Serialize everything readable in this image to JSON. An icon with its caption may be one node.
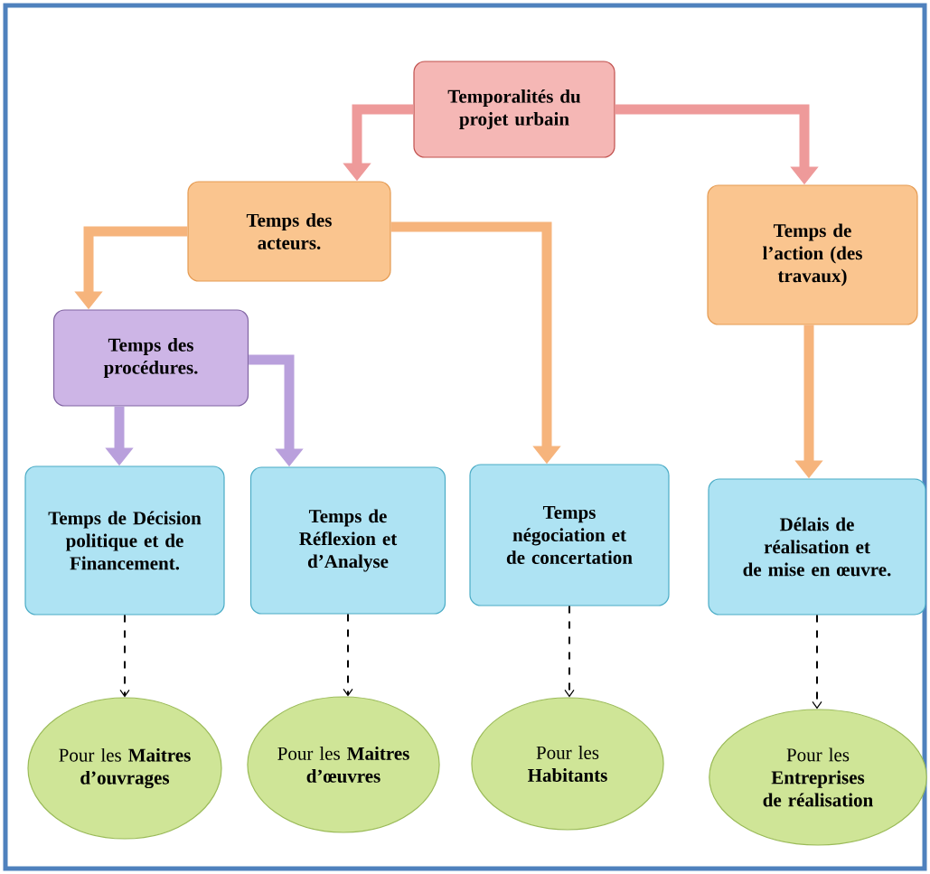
{
  "diagram": {
    "nodes": [
      {
        "text": [
          "Temporalités du projet urbain"
        ]
      },
      {
        "text": [
          "Temps des acteurs."
        ]
      },
      {
        "text": [
          "Temps de l’action (des travaux)"
        ]
      },
      {
        "text": [
          "Temps des procédures."
        ]
      },
      {
        "text": [
          "Temps de Décision politique et de Financement."
        ]
      },
      {
        "text": [
          "Temps de Réflexion et d’Analyse"
        ]
      },
      {
        "text": [
          "Temps négociation et de concertation"
        ]
      },
      {
        "text": [
          "Délais de réalisation et de mise en œuvre."
        ]
      },
      {
        "text": [
          "Pour les **Maitres d’ouvrages**"
        ]
      },
      {
        "text": [
          "Pour les **Maitres d’œuvres**"
        ]
      },
      {
        "text": [
          "Pour les **Habitants**"
        ]
      },
      {
        "text": [
          "Pour les **Entreprises de réalisation**"
        ]
      }
    ],
    "edges": [
      {
        "from": 0,
        "to": 1,
        "arrow": "to",
        "color": "#ee9a9a"
      },
      {
        "from": 0,
        "to": 2,
        "arrow": "to",
        "color": "#ee9a9a"
      },
      {
        "from": 1,
        "to": 3,
        "arrow": "to",
        "color": "#f6b47c"
      },
      {
        "from": 1,
        "to": 6,
        "arrow": "to",
        "color": "#f6b47c"
      },
      {
        "from": 3,
        "to": 4,
        "arrow": "to",
        "color": "#b9a0dc"
      },
      {
        "from": 3,
        "to": 5,
        "arrow": "to",
        "color": "#b9a0dc"
      },
      {
        "from": 2,
        "to": 7,
        "arrow": "to",
        "color": "#f6b47c"
      },
      {
        "from": 4,
        "to": 8,
        "arrow": "to",
        "style": "dashed"
      },
      {
        "from": 5,
        "to": 9,
        "arrow": "to",
        "style": "dashed"
      },
      {
        "from": 6,
        "to": 10,
        "arrow": "to",
        "style": "dashed"
      },
      {
        "from": 7,
        "to": 11,
        "arrow": "to",
        "style": "dashed"
      }
    ]
  }
}
